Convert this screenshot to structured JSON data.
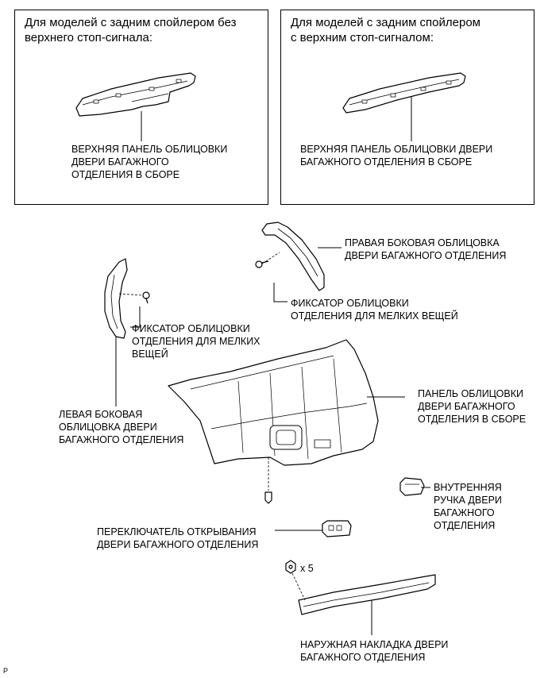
{
  "box_left": {
    "title": "Для моделей с задним спойлером без\nверхнего стоп-сигнала:",
    "part_label": "ВЕРХНЯЯ ПАНЕЛЬ ОБЛИЦОВКИ\nДВЕРИ БАГАЖНОГО\nОТДЕЛЕНИЯ В СБОРЕ"
  },
  "box_right": {
    "title": "Для моделей с задним спойлером\nс верхним стоп-сигналом:",
    "part_label": "ВЕРХНЯЯ ПАНЕЛЬ ОБЛИЦОВКИ ДВЕРИ\nБАГАЖНОГО ОТДЕЛЕНИЯ В СБОРЕ"
  },
  "labels": {
    "right_side_trim": "ПРАВАЯ БОКОВАЯ ОБЛИЦОВКА\nДВЕРИ БАГАЖНОГО ОТДЕЛЕНИЯ",
    "clip_right": "ФИКСАТОР ОБЛИЦОВКИ\nОТДЕЛЕНИЯ ДЛЯ МЕЛКИХ ВЕЩЕЙ",
    "clip_left": "ФИКСАТОР ОБЛИЦОВКИ\nОТДЕЛЕНИЯ ДЛЯ МЕЛКИХ\nВЕЩЕЙ",
    "left_side_trim": "ЛЕВАЯ БОКОВАЯ\nОБЛИЦОВКА ДВЕРИ\nБАГАЖНОГО ОТДЕЛЕНИЯ",
    "door_trim_panel": "ПАНЕЛЬ ОБЛИЦОВКИ\nДВЕРИ БАГАЖНОГО\nОТДЕЛЕНИЯ В СБОРЕ",
    "inside_handle": "ВНУТРЕННЯЯ\nРУЧКА ДВЕРИ\nБАГАЖНОГО\nОТДЕЛЕНИЯ",
    "opener_switch": "ПЕРЕКЛЮЧАТЕЛЬ ОТКРЫВАНИЯ\nДВЕРИ БАГАЖНОГО ОТДЕЛЕНИЯ",
    "nut_count": "x 5",
    "outside_garnish": "НАРУЖНАЯ НАКЛАДКА ДВЕРИ\nБАГАЖНОГО ОТДЕЛЕНИЯ"
  },
  "corner_mark": "P"
}
